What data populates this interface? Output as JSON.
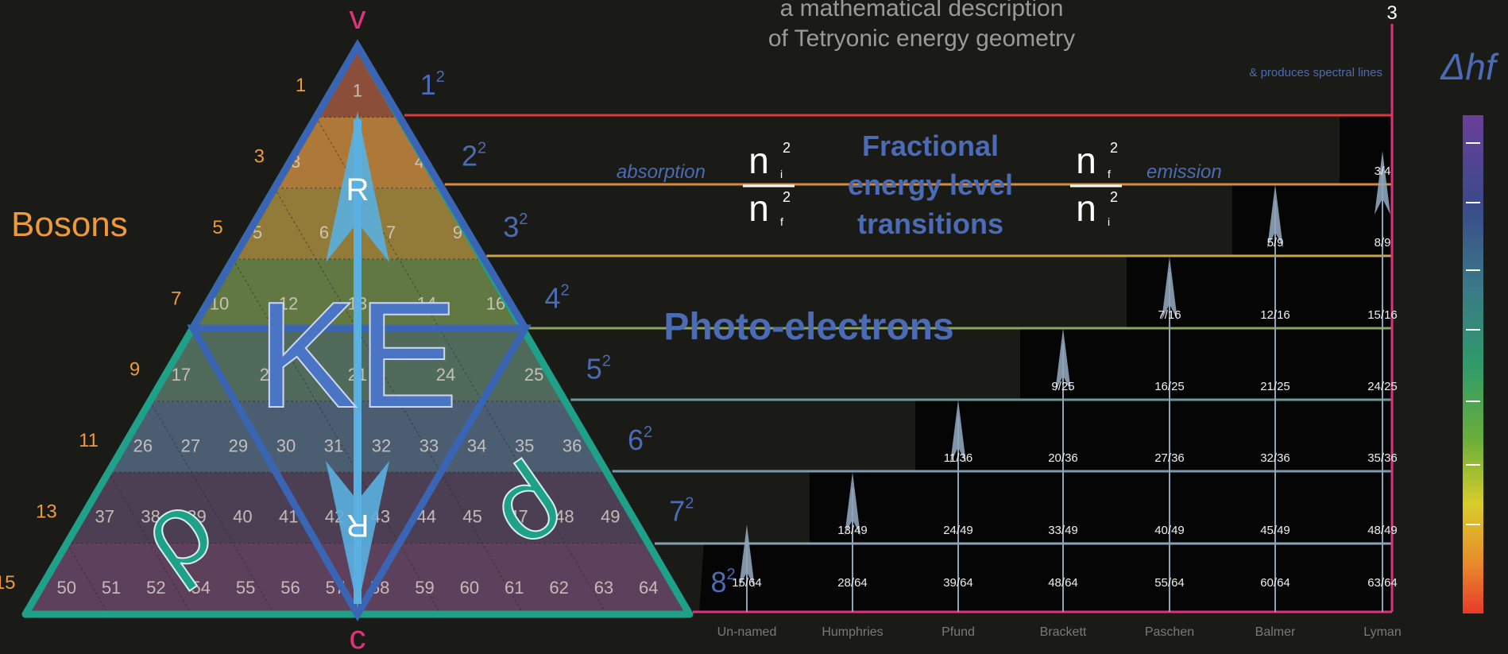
{
  "header": {
    "title_line1": "a mathematical description",
    "title_line2": "of Tetryonic energy geometry",
    "top_right_mark": "3",
    "spectral_note": "& produces spectral lines"
  },
  "labels": {
    "bosons": "Bosons",
    "vertex_top": "v",
    "vertex_bottom": "c",
    "ke": "KE",
    "r_up": "R",
    "r_down": "R",
    "rho_left": "ρ",
    "rho_right": "ρ",
    "absorption": "absorption",
    "emission": "emission",
    "fraction_absorption_num": "n",
    "fraction_absorption_num_sub": "i",
    "fraction_absorption_den": "n",
    "fraction_absorption_den_sub": "f",
    "fraction_emission_num": "n",
    "fraction_emission_num_sub": "f",
    "fraction_emission_den": "n",
    "fraction_emission_den_sub": "i",
    "heading_line1": "Fractional",
    "heading_line2": "energy level",
    "heading_line3": "transitions",
    "photo_electrons": "Photo-electrons",
    "delta_hf": "Δhf"
  },
  "odd_numbers": [
    "1",
    "3",
    "5",
    "7",
    "9",
    "11",
    "13",
    "15"
  ],
  "squares": [
    {
      "base": "1",
      "exp": "2"
    },
    {
      "base": "2",
      "exp": "2"
    },
    {
      "base": "3",
      "exp": "2"
    },
    {
      "base": "4",
      "exp": "2"
    },
    {
      "base": "5",
      "exp": "2"
    },
    {
      "base": "6",
      "exp": "2"
    },
    {
      "base": "7",
      "exp": "2"
    },
    {
      "base": "8",
      "exp": "2"
    }
  ],
  "row_colors": [
    "#a0583e",
    "#c98a3e",
    "#a88c3e",
    "#6f8a4a",
    "#5a7a68",
    "#556a80",
    "#56465e",
    "#6a4868"
  ],
  "level_line_colors": [
    "#e0383a",
    "#d78a3c",
    "#c9a54a",
    "#8aa65a",
    "#6d9a96",
    "#7b9aae",
    "#8aa0b8",
    "#9aa8c0"
  ],
  "triangle_cells": [
    [
      "1"
    ],
    [
      "3",
      "4"
    ],
    [
      "5",
      "6",
      "7",
      "9"
    ],
    [
      "10",
      "12",
      "13",
      "14",
      "16"
    ],
    [
      "17",
      "20",
      "21",
      "24",
      "25"
    ],
    [
      "26",
      "27",
      "29",
      "30",
      "31",
      "32",
      "33",
      "34",
      "35",
      "36"
    ],
    [
      "37",
      "38",
      "39",
      "40",
      "41",
      "42",
      "43",
      "44",
      "45",
      "47",
      "48",
      "49"
    ],
    [
      "50",
      "51",
      "52",
      "54",
      "55",
      "56",
      "57",
      "58",
      "59",
      "60",
      "61",
      "62",
      "63",
      "64"
    ]
  ],
  "series": [
    {
      "name": "Un-named",
      "transitions": [
        "15/64"
      ]
    },
    {
      "name": "Humphries",
      "transitions": [
        "13/49",
        "28/64"
      ]
    },
    {
      "name": "Pfund",
      "transitions": [
        "11/36",
        "24/49",
        "39/64"
      ]
    },
    {
      "name": "Brackett",
      "transitions": [
        "9/25",
        "20/36",
        "33/49",
        "48/64"
      ]
    },
    {
      "name": "Paschen",
      "transitions": [
        "7/16",
        "16/25",
        "27/36",
        "40/49",
        "55/64"
      ]
    },
    {
      "name": "Balmer",
      "transitions": [
        "5/9",
        "12/16",
        "21/25",
        "32/36",
        "45/49",
        "60/64"
      ]
    },
    {
      "name": "Lyman",
      "transitions": [
        "3/4",
        "8/9",
        "15/16",
        "24/25",
        "35/36",
        "48/49",
        "63/64"
      ]
    }
  ],
  "colors": {
    "background": "#1a1a17",
    "pink": "#e0337e",
    "blue_outline": "#3a64b4",
    "teal_outline": "#1fa088",
    "orange": "#ec9a3c",
    "heading_blue": "#4b6cb4",
    "arrow": "#8fa3b8"
  }
}
